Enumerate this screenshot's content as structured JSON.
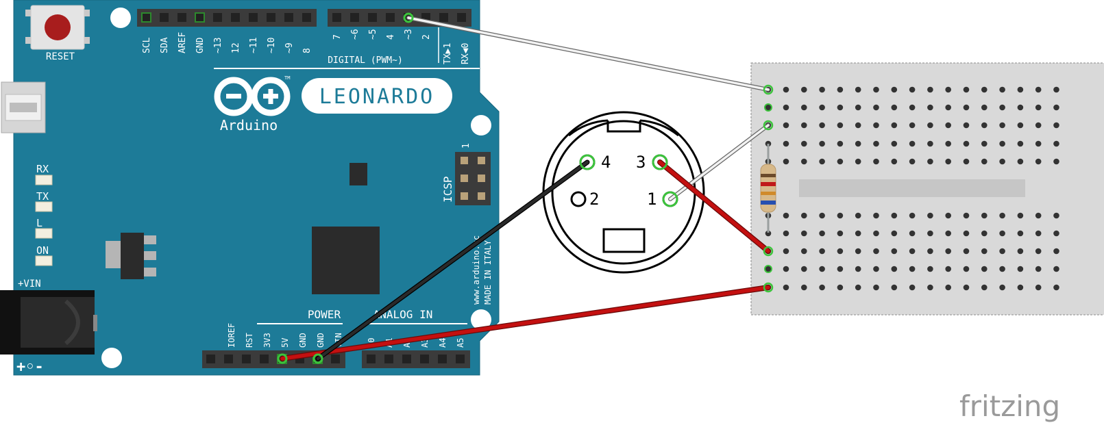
{
  "board": {
    "reset_label": "RESET",
    "brand": "Arduino",
    "model": "LEONARDO",
    "trademark": "TM",
    "digital_header": "DIGITAL (PWM~)",
    "digital_pins": [
      "SCL",
      "SDA",
      "AREF",
      "GND",
      "~13",
      "12",
      "~11",
      "~10",
      "~9",
      "8",
      "7",
      "~6",
      "~5",
      "4",
      "~3",
      "2",
      "TX▶1",
      "RX◀0"
    ],
    "icsp_label": "ICSP",
    "icsp_pin1": "1",
    "leds": [
      "RX",
      "TX",
      "L",
      "ON"
    ],
    "vin_label": "+VIN",
    "power_header": "POWER",
    "analog_header": "ANALOG IN",
    "power_pins": [
      "IOREF",
      "RST",
      "3V3",
      "5V",
      "GND",
      "GND",
      "VIN"
    ],
    "analog_pins": [
      "A0",
      "A1",
      "A2",
      "A3",
      "A4",
      "A5"
    ],
    "url": "www.arduino.cc",
    "made_in": "MADE IN ITALY",
    "polarity": "+◦-"
  },
  "connector": {
    "pin_labels": [
      "4",
      "3",
      "2",
      "1"
    ]
  },
  "colors": {
    "board_blue": "#1d7b98",
    "wire_red": "#c41010",
    "wire_black": "#1a1a1a",
    "wire_white": "#f2f2f2",
    "breadboard": "#d9d9d9",
    "pin_highlight": "#3cc43c"
  },
  "watermark": "fritzing"
}
